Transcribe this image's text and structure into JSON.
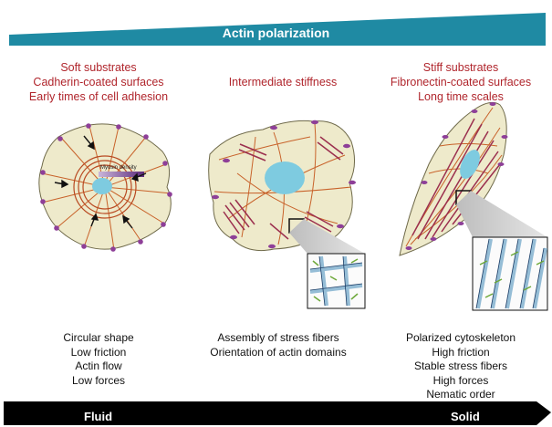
{
  "banner": {
    "title": "Actin polarization",
    "color": "#1f8aa3"
  },
  "columns": [
    {
      "conditions": [
        "Soft substrates",
        "Cadherin-coated surfaces",
        "Early times of cell adhesion"
      ],
      "properties": [
        "Circular shape",
        "Low friction",
        "Actin flow",
        "Low forces"
      ]
    },
    {
      "conditions": [
        "Intermediate stiffness"
      ],
      "properties": [
        "Assembly of stress fibers",
        "Orientation of actin domains"
      ]
    },
    {
      "conditions": [
        "Stiff substrates",
        "Fibronectin-coated surfaces",
        "Long time scales"
      ],
      "properties": [
        "Polarized cytoskeleton",
        "High friction",
        "Stable stress fibers",
        "High forces",
        "Nematic order"
      ]
    }
  ],
  "annotation": {
    "myosin_label": "Myosin density"
  },
  "bottom_arrow": {
    "left_label": "Fluid",
    "right_label": "Solid",
    "color": "#000000"
  },
  "colors": {
    "condition_text": "#b0252c",
    "cell_fill": "#eeeacb",
    "nucleus": "#7ecbe0",
    "actin": "#c8622a",
    "myosin": "#8e3f98",
    "stress_fiber": "#9b2f4e"
  }
}
